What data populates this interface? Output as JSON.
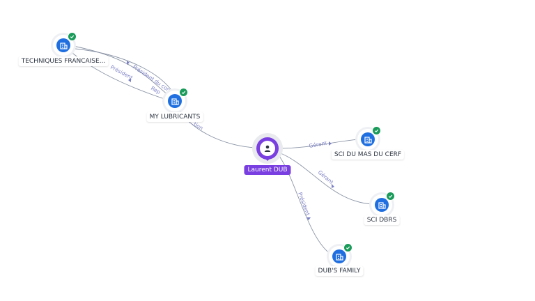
{
  "person": {
    "name": "Laurent DUB",
    "icon": "person-icon",
    "color": "#7a3fe0"
  },
  "companies": [
    {
      "key": "techniques",
      "label": "TECHNIQUES FRANCAISE...",
      "icon": "building-icon",
      "verified": true
    },
    {
      "key": "mylub",
      "label": "MY LUBRICANTS",
      "icon": "building-icon",
      "verified": true
    },
    {
      "key": "scidumas",
      "label": "SCI DU MAS DU CERF",
      "icon": "building-icon",
      "verified": true
    },
    {
      "key": "scidbrs",
      "label": "SCI DBRS",
      "icon": "building-icon",
      "verified": true
    },
    {
      "key": "dubs",
      "label": "DUB'S FAMILY",
      "icon": "building-icon",
      "verified": true
    }
  ],
  "relations": [
    {
      "from": "mylub",
      "to": "techniques",
      "label": "Président"
    },
    {
      "from": "mylub",
      "to": "techniques",
      "label": "Président du conseil"
    },
    {
      "from": "mylub",
      "to": "techniques",
      "label": "Rep"
    },
    {
      "from": "person",
      "to": "mylub",
      "label": "...tion"
    },
    {
      "from": "person",
      "to": "scidumas",
      "label": "Gérant"
    },
    {
      "from": "person",
      "to": "scidbrs",
      "label": "Gérant"
    },
    {
      "from": "person",
      "to": "dubs",
      "label": "Président"
    }
  ],
  "colors": {
    "company": "#1f6fe0",
    "verified": "#1a9b5a",
    "edge": "#8a94a6",
    "edge_label": "#7b7fc4"
  }
}
